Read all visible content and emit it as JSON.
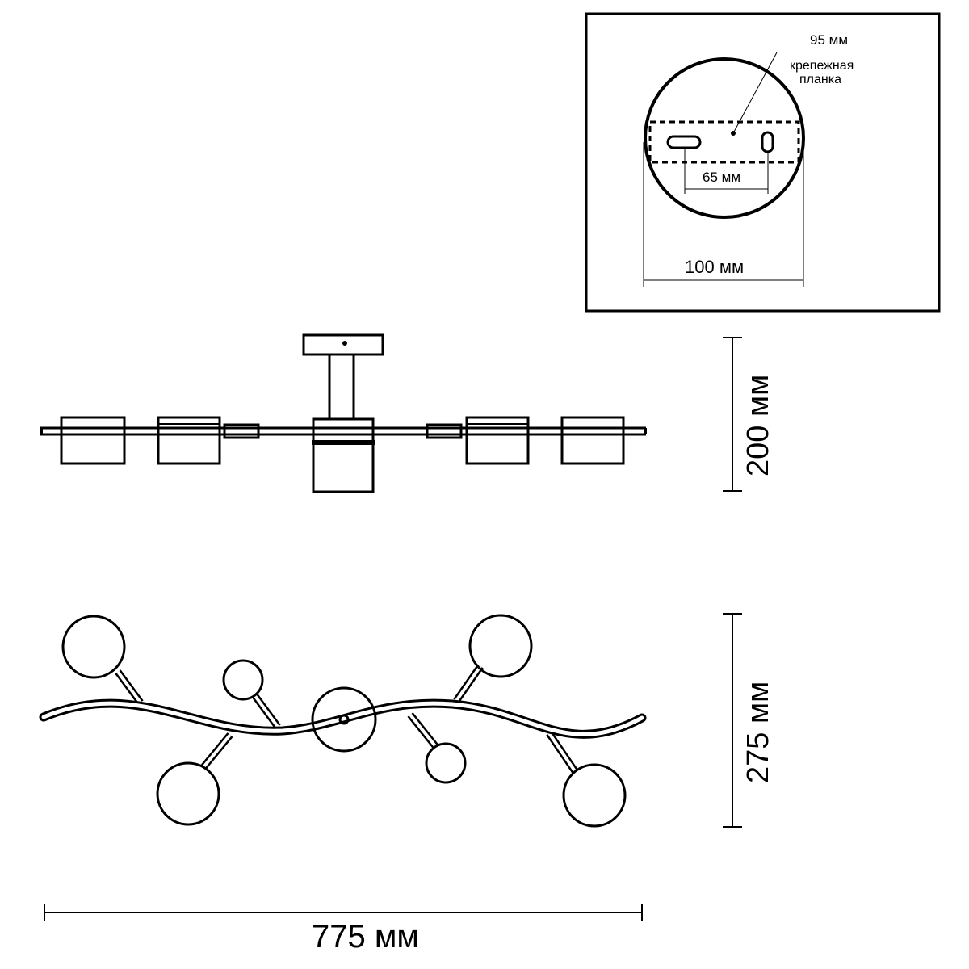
{
  "inset": {
    "width_95": "95 мм",
    "plate_label_line1": "крепежная",
    "plate_label_line2": "планка",
    "hole_spacing": "65 мм",
    "base_diameter": "100 мм"
  },
  "side_view": {
    "height": "200 мм"
  },
  "top_view": {
    "depth": "275 мм",
    "length": "775 мм"
  }
}
